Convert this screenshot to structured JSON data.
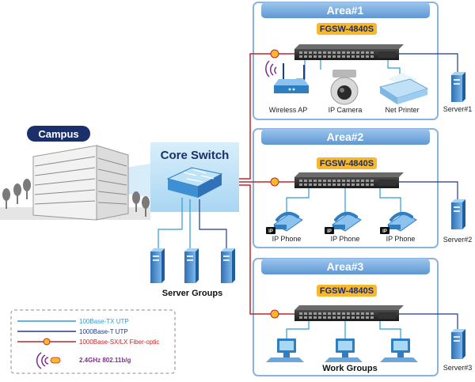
{
  "campus": {
    "label": "Campus"
  },
  "core_switch": {
    "label": "Core Switch"
  },
  "server_groups": {
    "label": "Server Groups"
  },
  "areas": [
    {
      "title": "Area#1",
      "switch_label": "FGSW-4840S",
      "devices": [
        "Wireless AP",
        "IP Camera",
        "Net Printer"
      ],
      "server": "Server#1"
    },
    {
      "title": "Area#2",
      "switch_label": "FGSW-4840S",
      "devices": [
        "IP Phone",
        "IP Phone",
        "IP Phone"
      ],
      "server": "Server#2"
    },
    {
      "title": "Area#3",
      "switch_label": "FGSW-4840S",
      "group_label": "Work Groups",
      "server": "Server#3"
    }
  ],
  "legend": {
    "items": [
      {
        "label": "100Base-TX UTP",
        "color": "#2f9bd8"
      },
      {
        "label": "1000Base-T UTP",
        "color": "#1f3a8a"
      },
      {
        "label": "1000Base-SX/LX Fiber-optic",
        "color": "#c0272d"
      },
      {
        "label": "2.4GHz 802.11b/g",
        "color": "#7a2f8f"
      }
    ]
  },
  "colors": {
    "area_border": "#8ab4de",
    "area_header": "#6ea6dc",
    "switch_label_bg": "#f7b82b",
    "fiber": "#c0272d",
    "utp_1000": "#1f3a8a",
    "utp_100": "#2f9bd8"
  }
}
